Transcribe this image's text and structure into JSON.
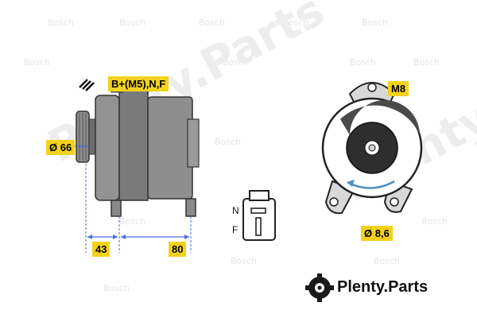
{
  "labels": {
    "connection": "B+(M5),N,F",
    "mount_bolt": "M8",
    "pulley_diameter": "Ø 66",
    "hole_diameter": "Ø 8,6",
    "dim_left": "43",
    "dim_right": "80",
    "pin_n": "N",
    "pin_f": "F"
  },
  "watermark": {
    "brand_small": "Bosch",
    "site_text": "Plenty.Parts",
    "logo_text": "Plenty.Parts"
  },
  "colors": {
    "label_fill": "#f3d21f",
    "dimension_line": "#4a6fd6",
    "body_gray": "#8a8a8a",
    "body_dark": "#3a3a3a",
    "arrow_blue": "#4a90c8"
  }
}
